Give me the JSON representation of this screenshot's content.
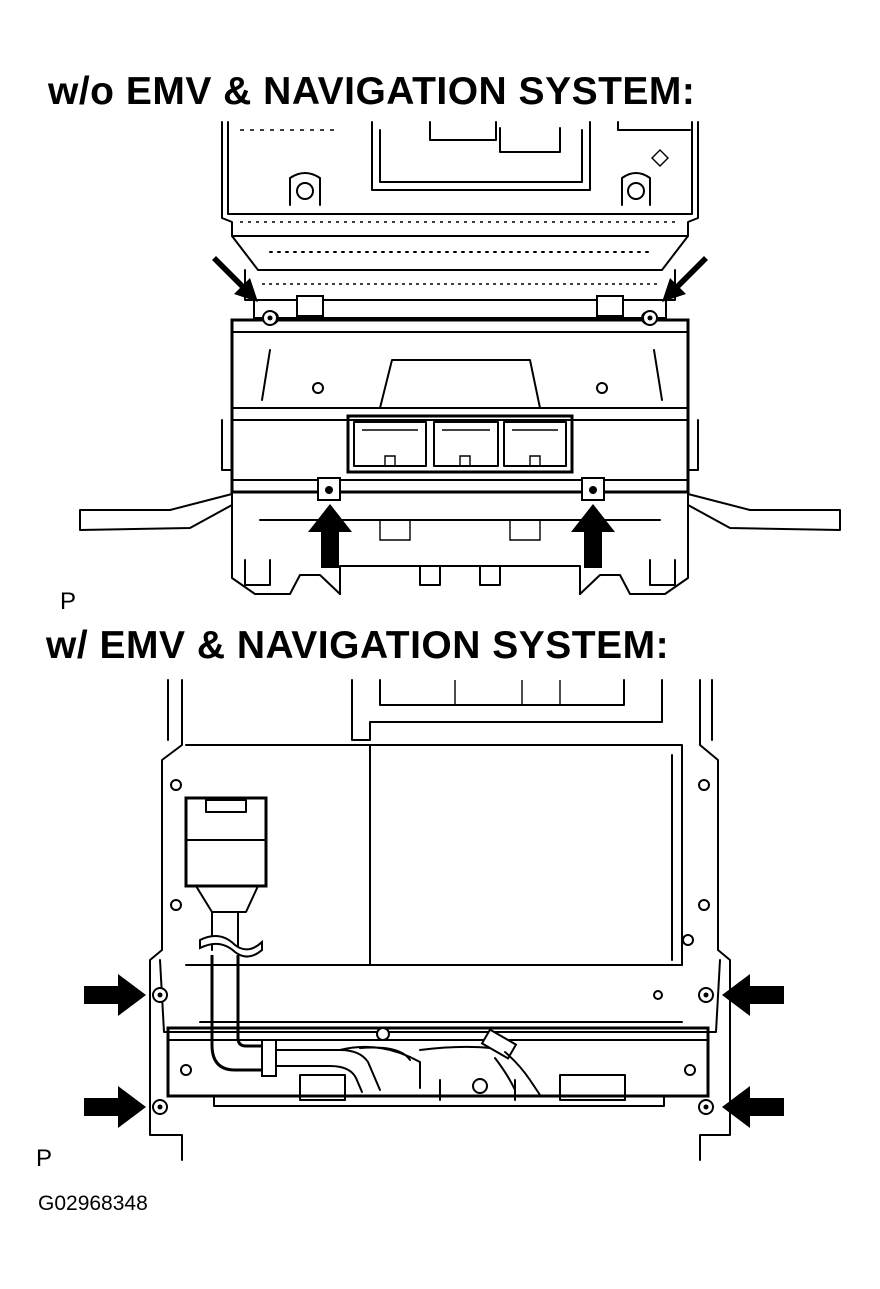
{
  "section_top": {
    "title": "w/o EMV & NAVIGATION SYSTEM:",
    "view_marker": "P"
  },
  "section_bottom": {
    "title": "w/ EMV & NAVIGATION SYSTEM:",
    "view_marker": "P"
  },
  "figure_code": "G02968348",
  "icons": {
    "arrow": "arrow-icon",
    "screw": "screw-icon"
  }
}
